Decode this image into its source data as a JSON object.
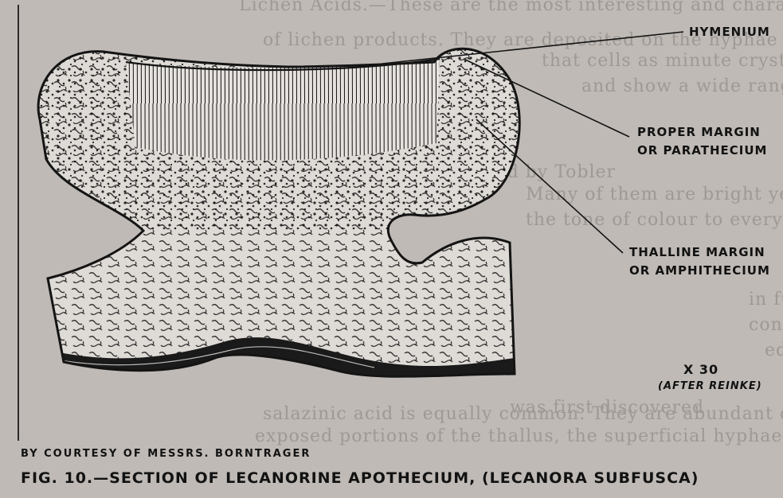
{
  "figure": {
    "labels": {
      "hymenium": "HYMENIUM",
      "proper_margin_line1": "PROPER MARGIN",
      "proper_margin_line2": "OR PARATHECIUM",
      "thalline_margin_line1": "THALLINE MARGIN",
      "thalline_margin_line2": "OR AMPHITHECIUM"
    },
    "magnification": "X 30",
    "attribution": "(AFTER REINKE)"
  },
  "courtesy": "BY COURTESY OF MESSRS. BORNTRAGER",
  "caption": "FIG. 10.—SECTION OF LECANORINE APOTHECIUM, (LECANORA SUBFUSCA)",
  "background_text": [
    "Lichen Acids.—These are the most interesting and characteristic",
    "of lichen products. They are deposited on the hyphae of the",
    "that cells as minute crystals and granules, and in colour",
    "and show a wide range",
    "is proved by Tobler",
    "Many of them are bright yellow",
    "the tone of colour to every lichen",
    "in full exposure, becomes",
    "content. Some of these",
    "ed, e.g.—usnic acid",
    "was first discovered",
    "salazinic acid is equally common. They are abundant chiefly on",
    "exposed portions of the thallus, the superficial hyphae of the"
  ],
  "colors": {
    "paper": "#bfbab6",
    "ink": "#121212",
    "bleed": "#9e9995"
  }
}
